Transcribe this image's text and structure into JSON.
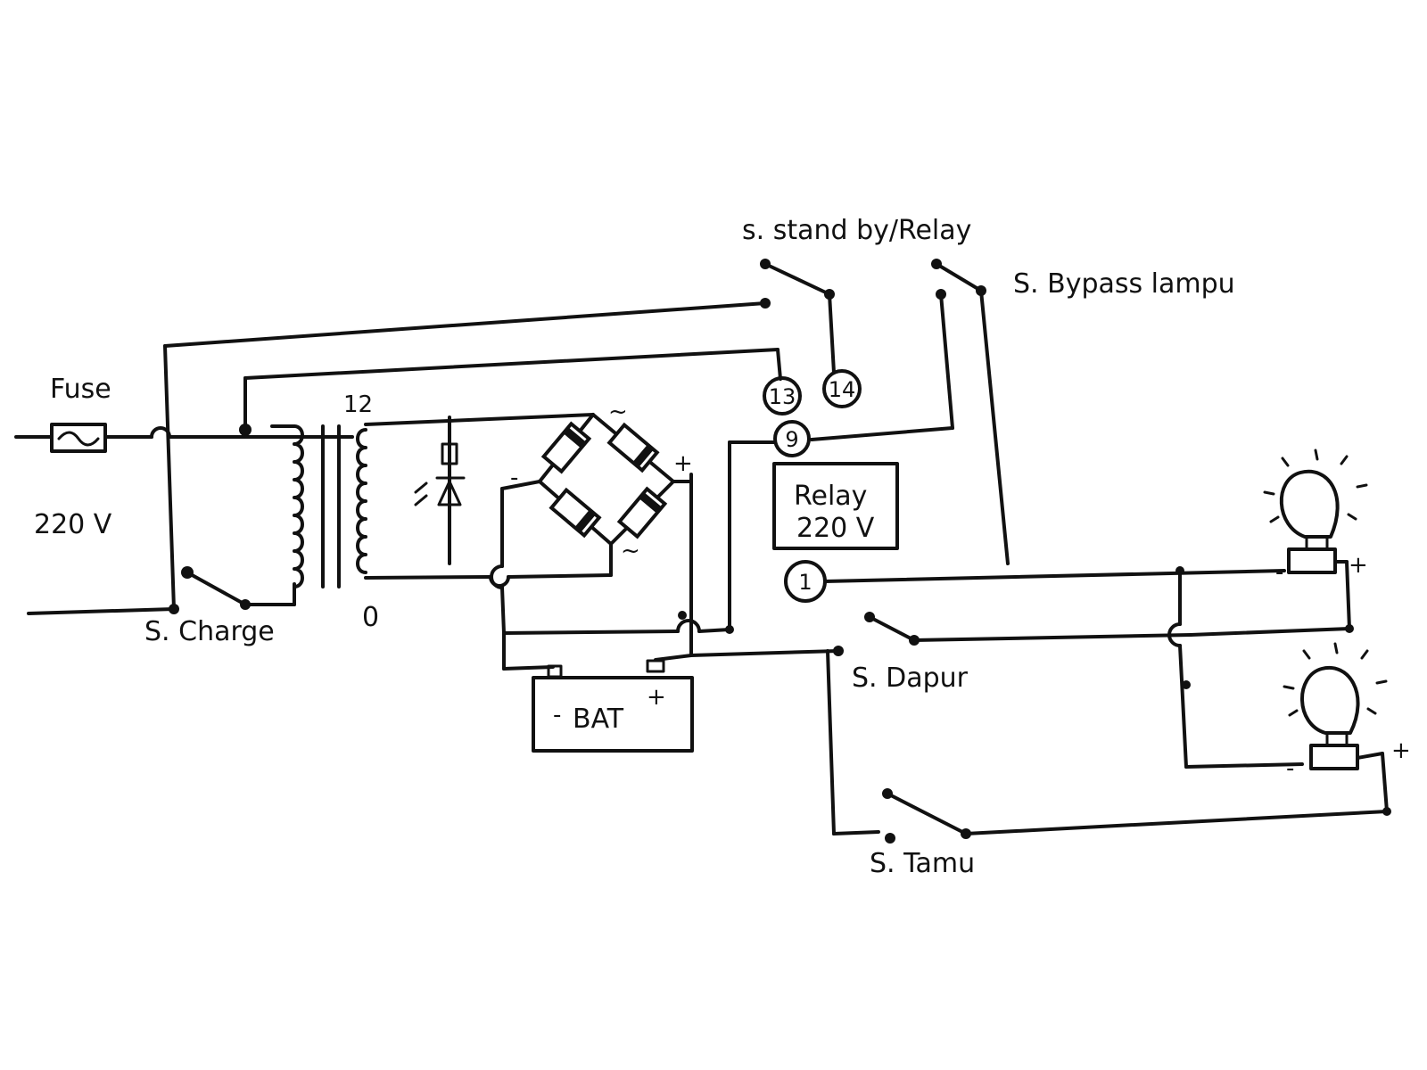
{
  "labels": {
    "fuse": "Fuse",
    "mains": "220 V",
    "charge_switch": "S. Charge",
    "secondary_tap_top": "12",
    "secondary_tap_bottom": "0",
    "standby_switch": "s. stand by/Relay",
    "bypass_switch": "S. Bypass lampu",
    "pin_13": "13",
    "pin_14": "14",
    "pin_9": "9",
    "pin_1": "1",
    "relay_line1": "Relay",
    "relay_line2": "220 V",
    "battery": "BAT",
    "dapur_switch": "S. Dapur",
    "tamu_switch": "S. Tamu",
    "minus": "-",
    "plus": "+",
    "ac": "~"
  }
}
